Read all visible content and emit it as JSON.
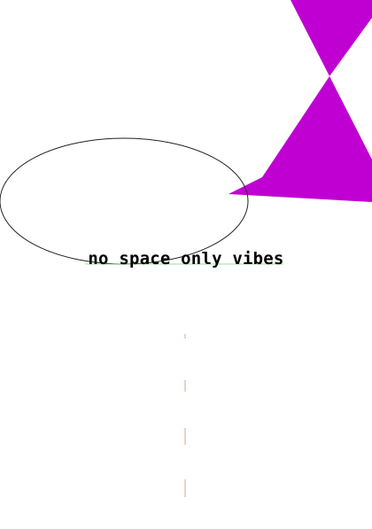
{
  "caption": {
    "text": "no space only vibes"
  },
  "colors": {
    "background": "#ffffff",
    "shape_fill": "#c000d2",
    "ellipse_stroke": "#222222",
    "underline_stroke": "#7fcf8f",
    "tick_stroke": "#d9a58a",
    "text": "#000000"
  },
  "shapes": {
    "polygon": "magenta-hourglass-triangle",
    "outline": "ellipse-outline",
    "ticks": "vertical-dash-marks"
  }
}
